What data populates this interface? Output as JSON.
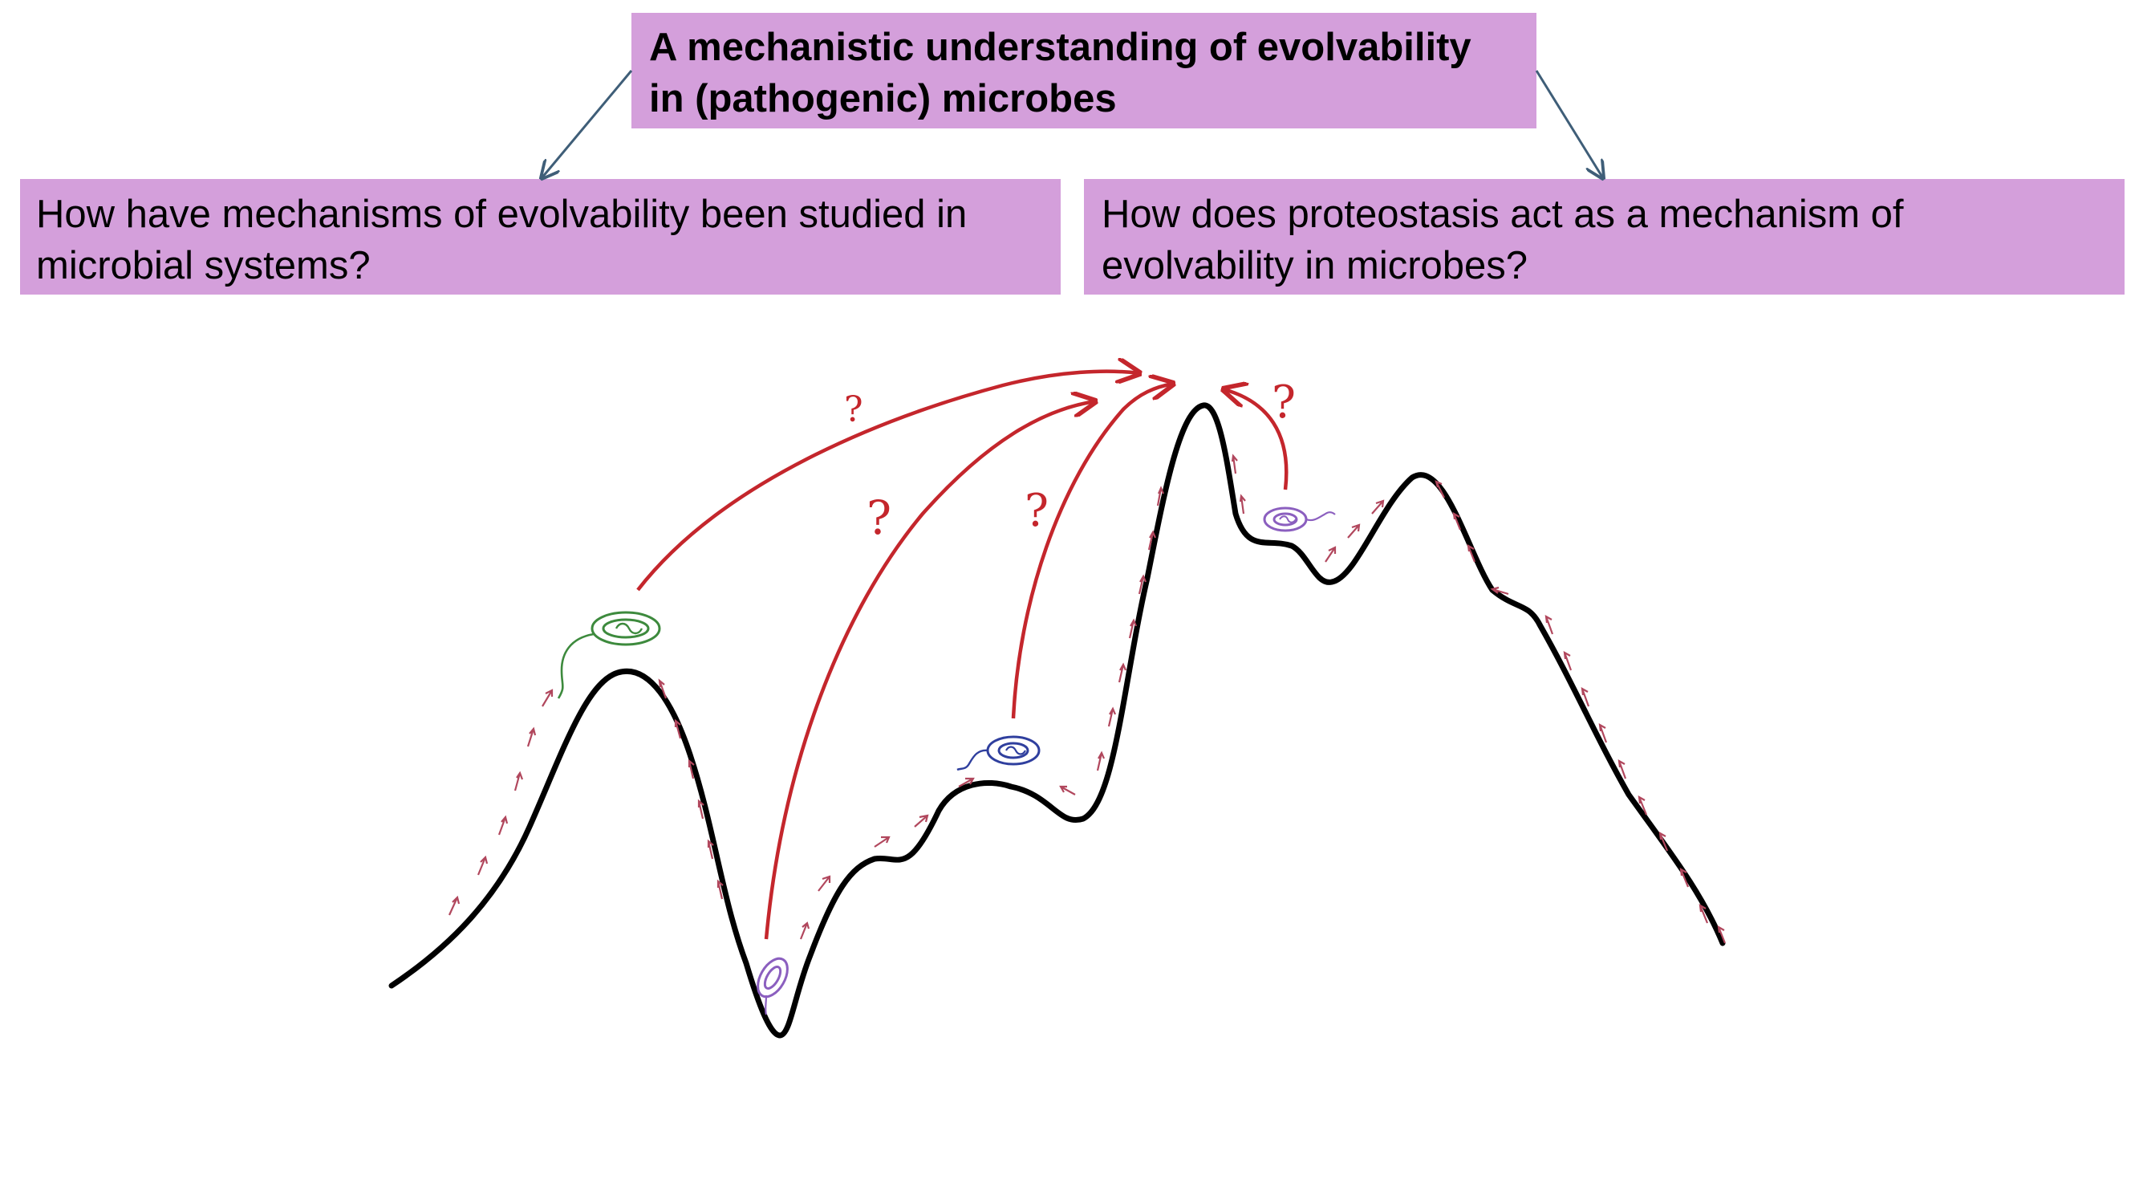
{
  "colors": {
    "box_fill": "#d49fdb",
    "connector": "#3f5e78",
    "landscape": "#000000",
    "path": "#c4262c",
    "small_arrow": "#b1475d",
    "microbe_green": "#3d8a3d",
    "microbe_blue": "#2f3f9e",
    "microbe_purple": "#8b5fbf"
  },
  "top_box": {
    "lines": [
      "A mechanistic understanding of evolvability",
      "in (pathogenic) microbes"
    ]
  },
  "left_box": {
    "lines": [
      "How have mechanisms of evolvability been studied in",
      "microbial systems?"
    ]
  },
  "right_box": {
    "lines": [
      "How does proteostasis act as a mechanism of",
      "evolvability in microbes?"
    ]
  },
  "annotations": {
    "question_mark": "?"
  },
  "icons": [
    "connector-arrow",
    "fitness-landscape-curve",
    "microbe-cell-icon",
    "uphill-arrow"
  ]
}
